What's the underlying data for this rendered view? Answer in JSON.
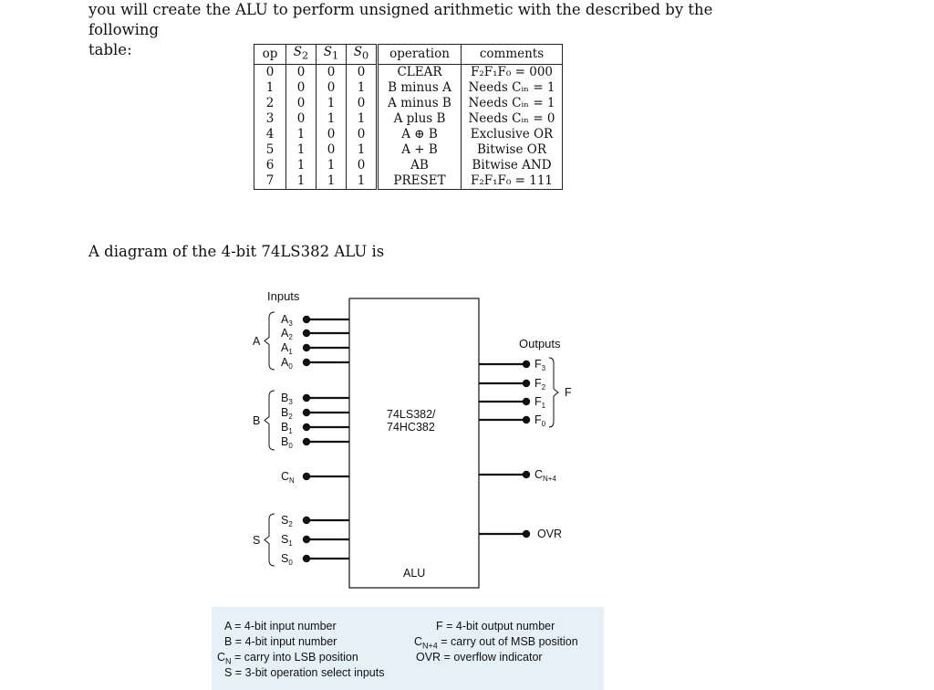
{
  "intro": {
    "line1": "you will create the ALU to perform unsigned arithmetic with the described by the following",
    "line2": "table:"
  },
  "op_table": {
    "headers": {
      "op": "op",
      "s2": "S",
      "s2_sub": "2",
      "s1": "S",
      "s1_sub": "1",
      "s0": "S",
      "s0_sub": "0",
      "operation": "operation",
      "comments": "comments"
    },
    "rows": [
      {
        "op": "0",
        "s2": "0",
        "s1": "0",
        "s0": "0",
        "operation": "CLEAR",
        "comment": "F₂F₁F₀ = 000"
      },
      {
        "op": "1",
        "s2": "0",
        "s1": "0",
        "s0": "1",
        "operation": "B minus A",
        "comment": "Needs Cᵢₙ = 1"
      },
      {
        "op": "2",
        "s2": "0",
        "s1": "1",
        "s0": "0",
        "operation": "A minus B",
        "comment": "Needs Cᵢₙ = 1"
      },
      {
        "op": "3",
        "s2": "0",
        "s1": "1",
        "s0": "1",
        "operation": "A plus B",
        "comment": "Needs Cᵢₙ = 0"
      },
      {
        "op": "4",
        "s2": "1",
        "s1": "0",
        "s0": "0",
        "operation": "A ⊕ B",
        "comment": "Exclusive OR"
      },
      {
        "op": "5",
        "s2": "1",
        "s1": "0",
        "s0": "1",
        "operation": "A + B",
        "comment": "Bitwise OR"
      },
      {
        "op": "6",
        "s2": "1",
        "s1": "1",
        "s0": "0",
        "operation": "AB",
        "comment": "Bitwise AND"
      },
      {
        "op": "7",
        "s2": "1",
        "s1": "1",
        "s0": "1",
        "operation": "PRESET",
        "comment": "F₂F₁F₀ = 111"
      }
    ]
  },
  "diagram_caption": "A diagram of the 4-bit 74LS382 ALU is",
  "diagram": {
    "inputs_title": "Inputs",
    "outputs_title": "Outputs",
    "chip_name_line1": "74LS382/",
    "chip_name_line2": "74HC382",
    "chip_footer": "ALU",
    "group_a": "A",
    "group_b": "B",
    "group_s": "S",
    "group_f": "F",
    "a_pins": [
      {
        "base": "A",
        "sub": "3"
      },
      {
        "base": "A",
        "sub": "2"
      },
      {
        "base": "A",
        "sub": "1"
      },
      {
        "base": "A",
        "sub": "0"
      }
    ],
    "b_pins": [
      {
        "base": "B",
        "sub": "3"
      },
      {
        "base": "B",
        "sub": "2"
      },
      {
        "base": "B",
        "sub": "1"
      },
      {
        "base": "B",
        "sub": "0"
      }
    ],
    "cn_pin": {
      "base": "C",
      "sub": "N"
    },
    "s_pins": [
      {
        "base": "S",
        "sub": "2"
      },
      {
        "base": "S",
        "sub": "1"
      },
      {
        "base": "S",
        "sub": "0"
      }
    ],
    "f_pins": [
      {
        "base": "F",
        "sub": "3"
      },
      {
        "base": "F",
        "sub": "2"
      },
      {
        "base": "F",
        "sub": "1"
      },
      {
        "base": "F",
        "sub": "0"
      }
    ],
    "cn4_pin": {
      "base": "C",
      "sub": "N+4"
    },
    "ovr_pin": "OVR"
  },
  "legend": {
    "a_def": "A = 4-bit input number",
    "b_def": "B = 4-bit input number",
    "cn_base": "C",
    "cn_sub": "N",
    "cn_def": " = carry into LSB position",
    "s_def": "S = 3-bit operation select inputs",
    "f_def": "F = 4-bit output number",
    "cn4_base": "C",
    "cn4_sub": "N+4",
    "cn4_def": " = carry out of MSB position",
    "ovr_def": "OVR = overflow indicator"
  }
}
